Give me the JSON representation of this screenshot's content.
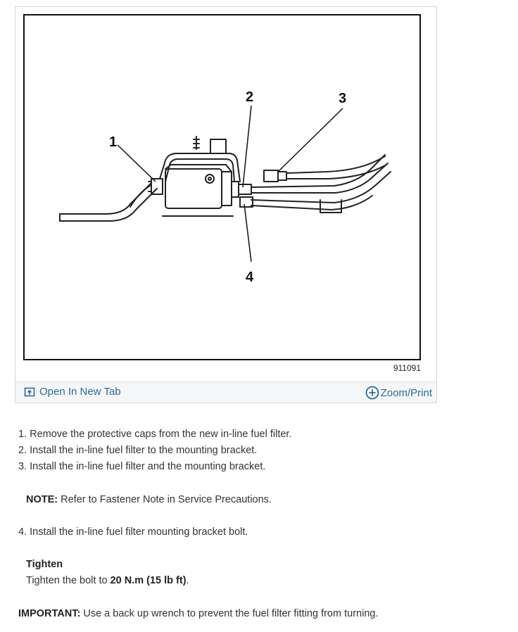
{
  "figure": {
    "callouts": [
      "1",
      "2",
      "3",
      "4"
    ],
    "figure_id": "911091",
    "open_tab_label": "Open In New Tab",
    "zoom_label": "Zoom/Print",
    "open_tab_icon": "open-new-tab-icon",
    "zoom_icon": "plus-circle-icon"
  },
  "steps_a": [
    "1. Remove the protective caps from the new in-line fuel filter.",
    "2. Install the in-line fuel filter to the mounting bracket.",
    "3. Install the in-line fuel filter and the mounting bracket."
  ],
  "note": {
    "label": "NOTE:",
    "text": " Refer to Fastener Note in Service Precautions."
  },
  "step_4": "4. Install the in-line fuel filter mounting bracket bolt.",
  "tighten": {
    "heading": "Tighten",
    "text_before": "Tighten the bolt to ",
    "torque": "20 N.m (15 lb ft)",
    "text_after": "."
  },
  "important": {
    "label": "IMPORTANT:",
    "text": " Use a back up wrench to prevent the fuel filter fitting from turning."
  },
  "colors": {
    "link": "#2f6a98",
    "toolbar_bg": "#f4f6f8"
  }
}
